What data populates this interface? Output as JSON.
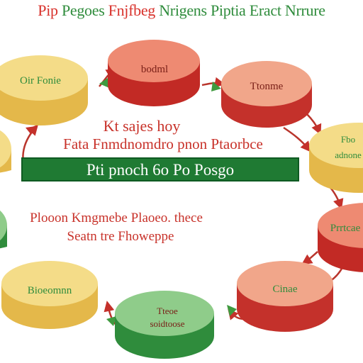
{
  "title": {
    "words": [
      "Pip",
      "Pegoes",
      "Fnjfbeg",
      "Nrigens",
      "Piptia",
      "Eract",
      "Nrrure"
    ]
  },
  "center": {
    "line1": "Kt sajes hoy",
    "line2": "Fata Fnmdnomdro pnon Ptaorbce",
    "banner": "Pti pnoch 6o Po Posgo"
  },
  "sub": {
    "line1": "Plooon Kmgmebe Plaoeo. thece",
    "line2": "Seatn tre Fhoweppe"
  },
  "nodes": [
    {
      "label": "Oir Fonie",
      "color": "yellow"
    },
    {
      "label": "bodml",
      "color": "red"
    },
    {
      "label": "Ttonme",
      "color": "salmon"
    },
    {
      "label": "Fbo adnone",
      "color": "yellow"
    },
    {
      "label": "Prrtcae",
      "color": "red"
    },
    {
      "label": "Cinae",
      "color": "salmon"
    },
    {
      "label": "Tteoe soidtoose",
      "color": "green"
    },
    {
      "label": "Bioeomnn",
      "color": "yellow"
    },
    {
      "label": "",
      "color": "green"
    },
    {
      "label": "",
      "color": "yellow"
    }
  ],
  "colors": {
    "yellow_top": "#f4dc88",
    "yellow_side": "#e4b84a",
    "red_top": "#ee8a72",
    "red_side": "#c22a25",
    "salmon_top": "#f1a68a",
    "salmon_side": "#c4312b",
    "green_top": "#8fcc8a",
    "green_side": "#2f8c3c",
    "banner": "#1f7a33",
    "text_red": "#c8322a",
    "text_green": "#2f8c3c"
  }
}
